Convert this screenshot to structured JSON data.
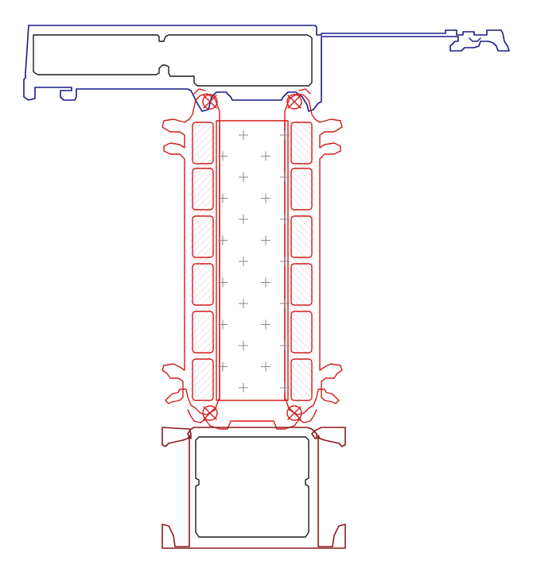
{
  "drawing": {
    "type": "cad-section-profile",
    "colors": {
      "background": "#ffffff",
      "top_frame": "#1a1a8c",
      "thermal_break": "#d01c1c",
      "bottom_frame": "#8c1a1a",
      "chamber_outline": "#1a1a1a",
      "hatch": "#c87070",
      "infill_marks": "#888888"
    },
    "components": [
      {
        "name": "top-frame-profile",
        "color_key": "top_frame"
      },
      {
        "name": "thermal-break-assembly",
        "color_key": "thermal_break"
      },
      {
        "name": "insulation-infill",
        "color_key": "infill_marks"
      },
      {
        "name": "bottom-frame-profile",
        "color_key": "bottom_frame"
      }
    ]
  }
}
